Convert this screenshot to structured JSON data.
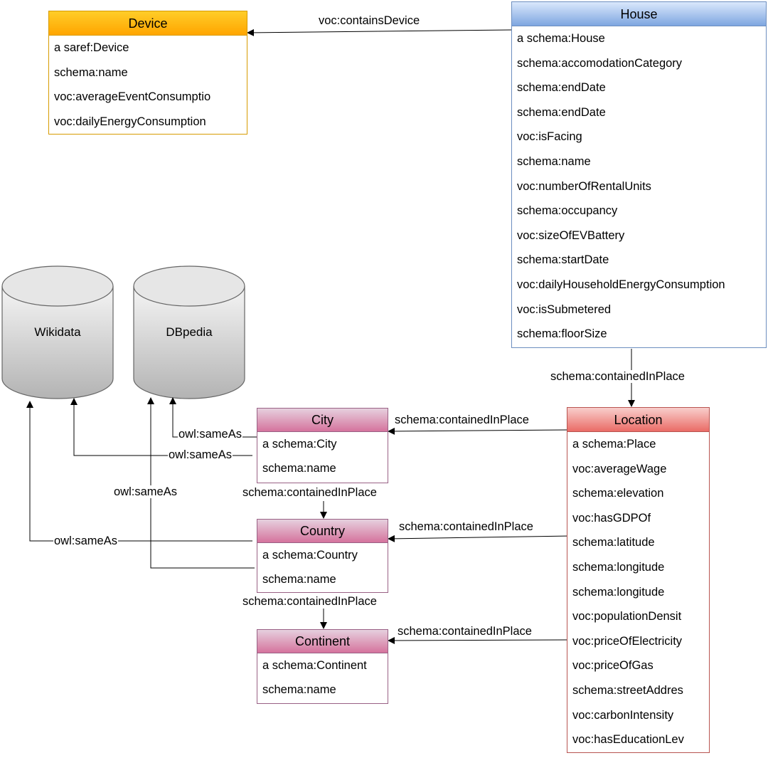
{
  "entities": {
    "device": {
      "title": "Device",
      "attrs": [
        "a saref:Device",
        "schema:name",
        "voc:averageEventConsumptio",
        "voc:dailyEnergyConsumption"
      ]
    },
    "house": {
      "title": "House",
      "attrs": [
        "a schema:House",
        "schema:accomodationCategory",
        "schema:endDate",
        "schema:endDate",
        "voc:isFacing",
        "schema:name",
        "voc:numberOfRentalUnits",
        "schema:occupancy",
        "voc:sizeOfEVBattery",
        "schema:startDate",
        "voc:dailyHouseholdEnergyConsumption",
        "voc:isSubmetered",
        "schema:floorSize"
      ]
    },
    "location": {
      "title": "Location",
      "attrs": [
        "a schema:Place",
        "voc:averageWage",
        "schema:elevation",
        "voc:hasGDPOf",
        "schema:latitude",
        "schema:longitude",
        "schema:longitude",
        "voc:populationDensit",
        "voc:priceOfElectricity",
        "voc:priceOfGas",
        "schema:streetAddres",
        "voc:carbonIntensity",
        "voc:hasEducationLev"
      ]
    },
    "city": {
      "title": "City",
      "attrs": [
        "a schema:City",
        "schema:name"
      ]
    },
    "country": {
      "title": "Country",
      "attrs": [
        "a schema:Country",
        "schema:name"
      ]
    },
    "continent": {
      "title": "Continent",
      "attrs": [
        "a schema:Continent",
        "schema:name"
      ]
    }
  },
  "databases": {
    "wikidata": "Wikidata",
    "dbpedia": "DBpedia"
  },
  "edges": {
    "house_device": "voc:containsDevice",
    "house_location": "schema:containedInPlace",
    "location_city": "schema:containedInPlace",
    "location_country": "schema:containedInPlace",
    "location_continent": "schema:containedInPlace",
    "city_country": "schema:containedInPlace",
    "country_continent": "schema:containedInPlace",
    "city_dbpedia": "owl:sameAs",
    "city_wikidata": "owl:sameAs",
    "country_dbpedia": "owl:sameAs",
    "country_wikidata": "owl:sameAs"
  },
  "colors": {
    "device": "#ffa500",
    "house": "#7ea6e0",
    "location": "#ea6b66",
    "pink": "#d5739d",
    "database": "#c0c0c0"
  }
}
